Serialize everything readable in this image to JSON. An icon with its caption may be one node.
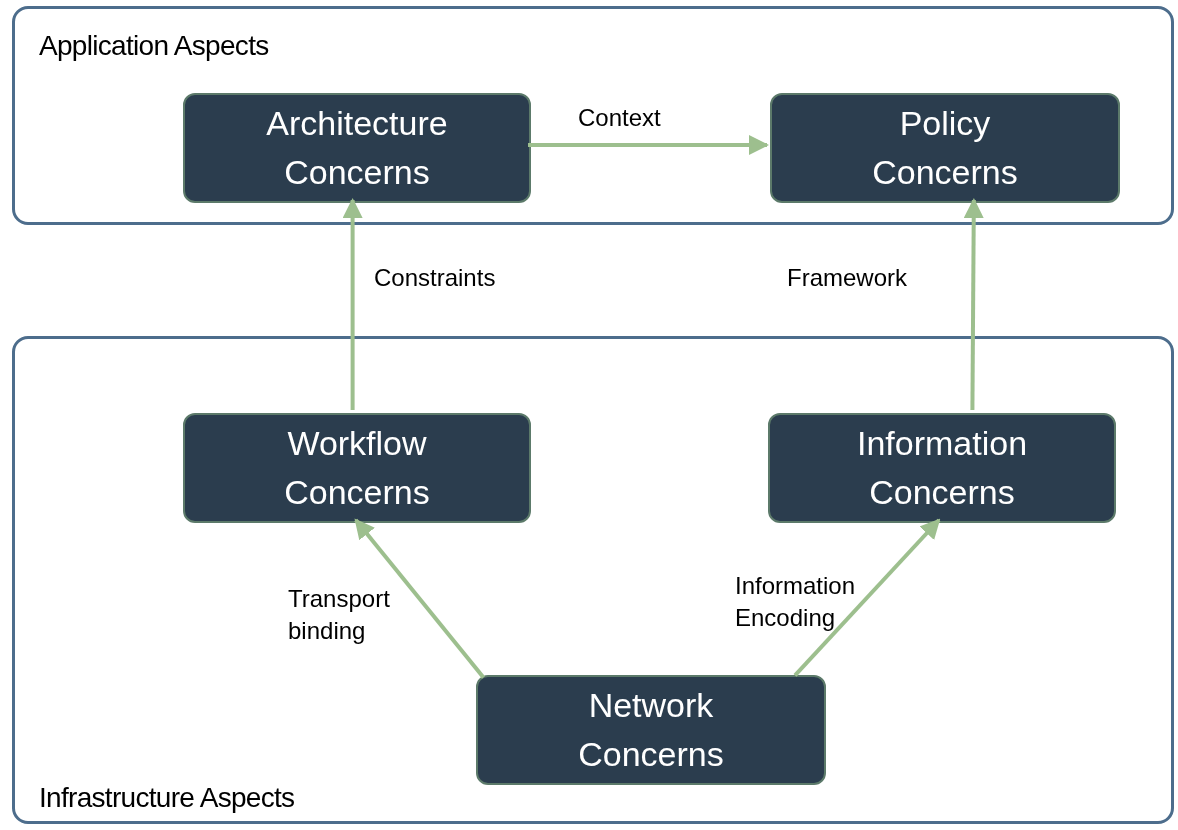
{
  "diagram": {
    "nodes": [
      {
        "text": [
          "Application Aspects"
        ]
      },
      {
        "text": [
          "Architecture Concerns"
        ],
        "in": 0
      },
      {
        "text": [
          "Policy Concerns"
        ],
        "in": 0
      },
      {
        "text": [
          "Infrastructure Aspects"
        ]
      },
      {
        "text": [
          "Workflow Concerns"
        ],
        "in": 3
      },
      {
        "text": [
          "Information Concerns"
        ],
        "in": 3
      },
      {
        "text": [
          "Network Concerns"
        ],
        "in": 3
      }
    ],
    "edges": [
      {
        "from": 1,
        "to": 2,
        "arrow": "to",
        "label": "Context"
      },
      {
        "from": 4,
        "to": 1,
        "arrow": "to",
        "label": "Constraints"
      },
      {
        "from": 5,
        "to": 2,
        "arrow": "to",
        "label": "Framework"
      },
      {
        "from": 6,
        "to": 4,
        "arrow": "to",
        "label": "Transport binding"
      },
      {
        "from": 6,
        "to": 5,
        "arrow": "to",
        "label": "Information Encoding"
      }
    ]
  }
}
